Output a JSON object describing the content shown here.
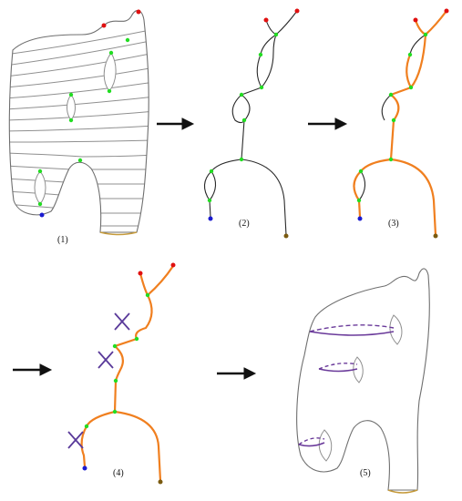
{
  "panels": [
    {
      "id": "p1",
      "label": "(1)"
    },
    {
      "id": "p2",
      "label": "(2)"
    },
    {
      "id": "p3",
      "label": "(3)"
    },
    {
      "id": "p4",
      "label": "(4)"
    },
    {
      "id": "p5",
      "label": "(5)"
    }
  ],
  "colors": {
    "critical_point": "#22dd22",
    "max_point": "#e01010",
    "min_point": "#1a1ad0",
    "boundary_point": "#7a5a10",
    "reeb_edge": "#222222",
    "highlight_edge": "#f07f1f",
    "cut_mark": "#5a3a9a",
    "loop": "#6a3a9a",
    "outline": "#6f6f6f",
    "boundary": "#c59a3a"
  },
  "arrows": [
    {
      "name": "arrow-1-to-2"
    },
    {
      "name": "arrow-2-to-3"
    },
    {
      "name": "arrow-3-to-4"
    },
    {
      "name": "arrow-4-to-5"
    }
  ]
}
